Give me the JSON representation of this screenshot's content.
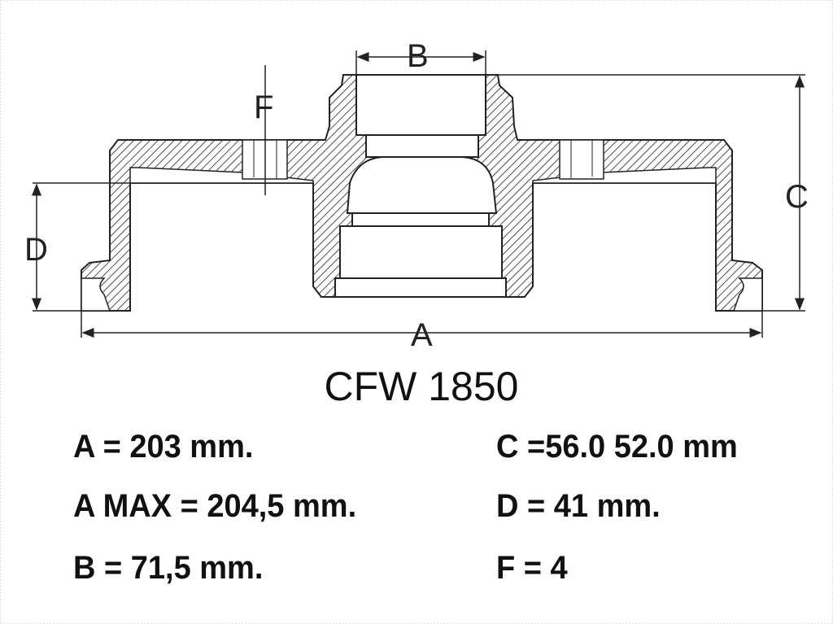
{
  "diagram": {
    "labels": {
      "A": "A",
      "B": "B",
      "C": "C",
      "D": "D",
      "F": "F"
    },
    "part_number": "CFW 1850"
  },
  "specs": [
    {
      "text": "A =  203 mm."
    },
    {
      "text": "A MAX =  204,5 mm."
    },
    {
      "text": "B = 71,5 mm."
    },
    {
      "text": "C =56.0  52.0 mm"
    },
    {
      "text": "D = 41 mm."
    },
    {
      "text": "F = 4"
    }
  ]
}
